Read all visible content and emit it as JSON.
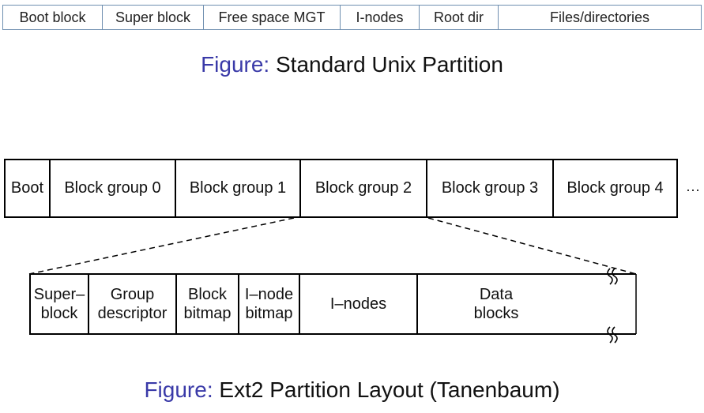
{
  "unix_partition": {
    "cells": [
      "Boot block",
      "Super block",
      "Free space MGT",
      "I-nodes",
      "Root dir",
      "Files/directories"
    ],
    "caption_prefix": "Figure:",
    "caption_text": "Standard Unix Partition"
  },
  "ext2_partition": {
    "top_cells": [
      "Boot",
      "Block group 0",
      "Block group 1",
      "Block group 2",
      "Block group 3",
      "Block group 4"
    ],
    "continuation": "···",
    "detail_cells": [
      {
        "line1": "Super–",
        "line2": "block"
      },
      {
        "line1": "Group",
        "line2": "descriptor"
      },
      {
        "line1": "Block",
        "line2": "bitmap"
      },
      {
        "line1": "I–node",
        "line2": "bitmap"
      },
      {
        "line1": "I–nodes",
        "line2": ""
      },
      {
        "line1": "Data",
        "line2": "blocks"
      }
    ],
    "caption_prefix": "Figure:",
    "caption_text": "Ext2 Partition Layout (Tanenbaum)"
  }
}
